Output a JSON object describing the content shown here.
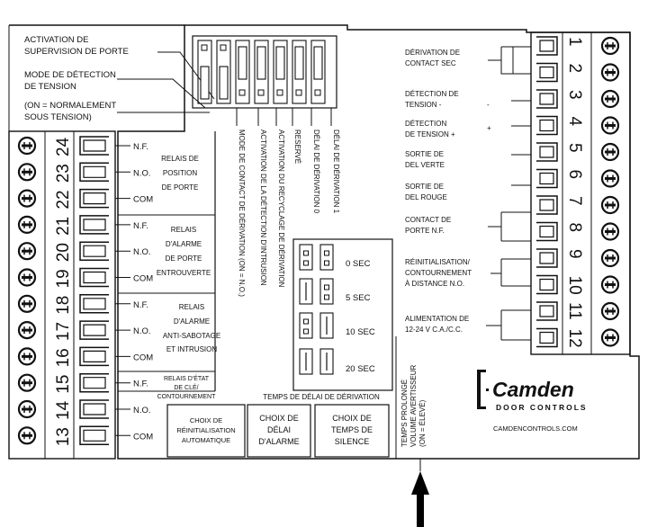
{
  "dip_labels": {
    "activation": [
      "ACTIVATION DE",
      "SUPERVISION DE PORTE"
    ],
    "mode": [
      "MODE DE DÉTECTION",
      "DE TENSION"
    ],
    "on_note": [
      "(ON = NORMALEMENT",
      "SOUS TENSION)"
    ],
    "switches": [
      "MODE DE CONTACT DE DÉRIVATION (ON = N.O.)",
      "ACTIVATION DE LA DÉTECTION D'INTRUSION",
      "ACTIVATION DU RECYCLAGE DE DÉRIVATION",
      "RESERVÉ",
      "DÉLAI DE DÉRIVATION 0",
      "DÉLAI DE DÉRIVATION 1"
    ]
  },
  "right_terminals": {
    "numbers": [
      "1",
      "2",
      "3",
      "4",
      "5",
      "6",
      "7",
      "8",
      "9",
      "10",
      "11",
      "12"
    ],
    "labels": {
      "derivation": [
        "DÉRIVATION DE",
        "CONTACT SEC"
      ],
      "det_minus": [
        "DÉTECTION DE",
        "TENSION -"
      ],
      "det_plus": [
        "DÉTECTION",
        "DE TENSION +"
      ],
      "verte": [
        "SORTIE DE",
        "DEL VERTE"
      ],
      "rouge": [
        "SORTIE DE",
        "DEL ROUGE"
      ],
      "contact": [
        "CONTACT DE",
        "PORTE N.F."
      ],
      "reinit": [
        "RÉINITIALISATION/",
        "CONTOURNEMENT",
        "À DISTANCE N.O."
      ],
      "alim": [
        "ALIMENTATION DE",
        "12-24 V C.A./C.C."
      ]
    },
    "minus_sign": "-",
    "plus_sign": "+"
  },
  "left_terminals": {
    "numbers": [
      "24",
      "23",
      "22",
      "21",
      "20",
      "19",
      "18",
      "17",
      "16",
      "15",
      "14",
      "13"
    ],
    "pins": [
      "N.F.",
      "N.O.",
      "COM",
      "N.F.",
      "N.O.",
      "COM",
      "N.F.",
      "N.O.",
      "COM",
      "N.F.",
      "N.O.",
      "COM"
    ],
    "relays": {
      "position": [
        "RELAIS DE",
        "POSITION",
        "DE PORTE"
      ],
      "alarme": [
        "RELAIS",
        "D'ALARME",
        "DE PORTE",
        "ENTROUVERTE"
      ],
      "sabotage": [
        "RELAIS",
        "D'ALARME",
        "ANTI-SABOTAGE",
        "ET INTRUSION"
      ],
      "cle": [
        "RELAIS D'ÉTAT",
        "DE CLÉ/",
        "CONTOURNEMENT"
      ]
    }
  },
  "timing": {
    "options": [
      "0 SEC",
      "5 SEC",
      "10 SEC",
      "20 SEC"
    ],
    "title": "TEMPS DE DÉLAI DE DÉRIVATION"
  },
  "bottom_boxes": {
    "reinit": [
      "CHOIX DE",
      "RÉINITIALISATION",
      "AUTOMATIQUE"
    ],
    "alarme": [
      "CHOIX DE",
      "DÉLAI",
      "D'ALARME"
    ],
    "silence": [
      "CHOIX DE",
      "TEMPS DE",
      "SILENCE"
    ]
  },
  "buzzer": {
    "line1": "TEMPS PROLONGÉ",
    "line2": "VOLUME AVERTISSEUR",
    "line3": "(ON = ÉLEVÉ)"
  },
  "brand": {
    "name": "Camden",
    "sub": "DOOR CONTROLS",
    "url": "CAMDENCONTROLS.COM"
  }
}
